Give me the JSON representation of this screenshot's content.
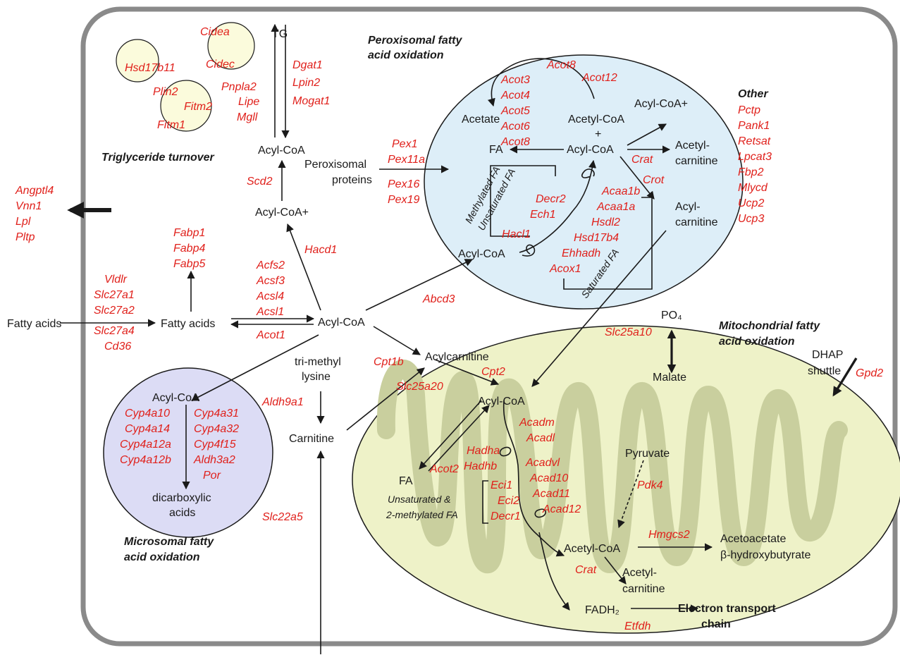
{
  "titles": {
    "triglyceride_turnover": "Triglyceride turnover",
    "peroxisomal_1": "Peroxisomal fatty",
    "peroxisomal_2": "acid oxidation",
    "other": "Other",
    "mitochondrial_1": "Mitochondrial fatty",
    "mitochondrial_2": "acid oxidation",
    "microsomal_1": "Microsomal fatty",
    "microsomal_2": "acid oxidation"
  },
  "labels": {
    "tg": "TG",
    "acyl_coa_tg": "Acyl-CoA",
    "acyl_coa_plus_left": "Acyl-CoA+",
    "fatty_acids_outside": "Fatty acids",
    "fatty_acids_inside": "Fatty acids",
    "acyl_coa_central": "Acyl-CoA",
    "peroxisomal_proteins_1": "Peroxisomal",
    "peroxisomal_proteins_2": "proteins",
    "trimethyl_lysine_1": "tri-methyl",
    "trimethyl_lysine_2": "lysine",
    "carnitine": "Carnitine",
    "acylcarnitine": "Acylcarnitine",
    "acyl_coa_microsome": "Acyl-CoA",
    "dicarboxylic_1": "dicarboxylic",
    "dicarboxylic_2": "acids",
    "acetate": "Acetate",
    "acetyl_coa_plus_1": "Acetyl-CoA",
    "acetyl_coa_plus_2": "+",
    "acyl_coa_per_top": "Acyl-CoA",
    "fa_per": "FA",
    "acyl_coa_plus_right": "Acyl-CoA+",
    "acetylcarnitine_per_1": "Acetyl-",
    "acetylcarnitine_per_2": "carnitine",
    "acylcarnitine_per_1": "Acyl-",
    "acylcarnitine_per_2": "carnitine",
    "acyl_coa_per_bottom": "Acyl-CoA",
    "po4": "PO₄",
    "malate": "Malate",
    "dhap_1": "DHAP",
    "dhap_2": "shuttle",
    "acyl_coa_mito": "Acyl-CoA",
    "pyruvate": "Pyruvate",
    "fa_mito": "FA",
    "acetyl_coa_mito": "Acetyl-CoA",
    "acetoacetate": "Acetoacetate",
    "hydroxybutyrate": "β-hydroxybutyrate",
    "acetylcarnitine_mito_1": "Acetyl-",
    "acetylcarnitine_mito_2": "carnitine",
    "fadh2": "FADH₂",
    "electron_transport_1": "Electron transport",
    "electron_transport_2": "chain"
  },
  "notes": {
    "methylated_fa": "Methylated FA",
    "unsaturated_fa": "Unsaturated FA",
    "saturated_fa": "Saturated FA",
    "unsaturated_mito_1": "Unsaturated &",
    "unsaturated_mito_2": "2-methylated FA"
  },
  "genes": {
    "cidea": "Cidea",
    "cidec": "Cidec",
    "hsd17b11": "Hsd17b11",
    "plin2": "Plin2",
    "fitm2": "Fitm2",
    "fitm1": "Fitm1",
    "pnpla2": "Pnpla2",
    "lipe": "Lipe",
    "mgll": "Mgll",
    "dgat1": "Dgat1",
    "lpin2": "Lpin2",
    "mogat1": "Mogat1",
    "scd2": "Scd2",
    "angptl4": "Angptl4",
    "vnn1": "Vnn1",
    "lpl": "Lpl",
    "pltp": "Pltp",
    "fabp1": "Fabp1",
    "fabp4": "Fabp4",
    "fabp5": "Fabp5",
    "hacd1": "Hacd1",
    "vldlr": "Vldlr",
    "slc27a1": "Slc27a1",
    "slc27a2": "Slc27a2",
    "slc27a4": "Slc27a4",
    "cd36": "Cd36",
    "acfs2": "Acfs2",
    "acsf3": "Acsf3",
    "acsl4": "Acsl4",
    "acsl1": "Acsl1",
    "acot1": "Acot1",
    "abcd3": "Abcd3",
    "pex1": "Pex1",
    "pex11a": "Pex11a",
    "pex16": "Pex16",
    "pex19": "Pex19",
    "acot8_top": "Acot8",
    "acot12": "Acot12",
    "acot3": "Acot3",
    "acot4": "Acot4",
    "acot5": "Acot5",
    "acot6": "Acot6",
    "acot8": "Acot8",
    "crat_per": "Crat",
    "crot": "Crot",
    "decr2": "Decr2",
    "ech1": "Ech1",
    "hacl1": "Hacl1",
    "acaa1b": "Acaa1b",
    "acaa1a": "Acaa1a",
    "hsdl2": "Hsdl2",
    "hsd17b4": "Hsd17b4",
    "ehhadh": "Ehhadh",
    "acox1": "Acox1",
    "pctp": "Pctp",
    "pank1": "Pank1",
    "retsat": "Retsat",
    "lpcat3": "Lpcat3",
    "fbp2": "Fbp2",
    "mlycd": "Mlycd",
    "ucp2": "Ucp2",
    "ucp3": "Ucp3",
    "slc25a10": "Slc25a10",
    "gpd2": "Gpd2",
    "cpt1b": "Cpt1b",
    "cpt2": "Cpt2",
    "slc25a20": "Slc25a20",
    "aldh9a1": "Aldh9a1",
    "slc22a5": "Slc22a5",
    "cyp4a10": "Cyp4a10",
    "cyp4a14": "Cyp4a14",
    "cyp4a12a": "Cyp4a12a",
    "cyp4a12b": "Cyp4a12b",
    "cyp4a31": "Cyp4a31",
    "cyp4a32": "Cyp4a32",
    "cyp4f15": "Cyp4f15",
    "aldh3a2": "Aldh3a2",
    "por": "Por",
    "acadm": "Acadm",
    "acadl": "Acadl",
    "hadha": "Hadha",
    "hadhb": "Hadhb",
    "acot2": "Acot2",
    "acadvl": "Acadvl",
    "acad10": "Acad10",
    "acad11": "Acad11",
    "acad12": "Acad12",
    "eci1": "Eci1",
    "eci2": "Eci2",
    "decr1": "Decr1",
    "pdk4": "Pdk4",
    "hmgcs2": "Hmgcs2",
    "crat_mito": "Crat",
    "etfdh": "Etfdh"
  },
  "colors": {
    "gene_label": "#e0201b",
    "text": "#1a1a1a",
    "cell_border": "#8a8a8a",
    "peroxisome_fill": "#ddeef8",
    "mitochondrion_fill": "#eef2c8",
    "microsome_fill": "#dcdcf5",
    "lipid_droplet_fill": "#fbfbdc"
  }
}
